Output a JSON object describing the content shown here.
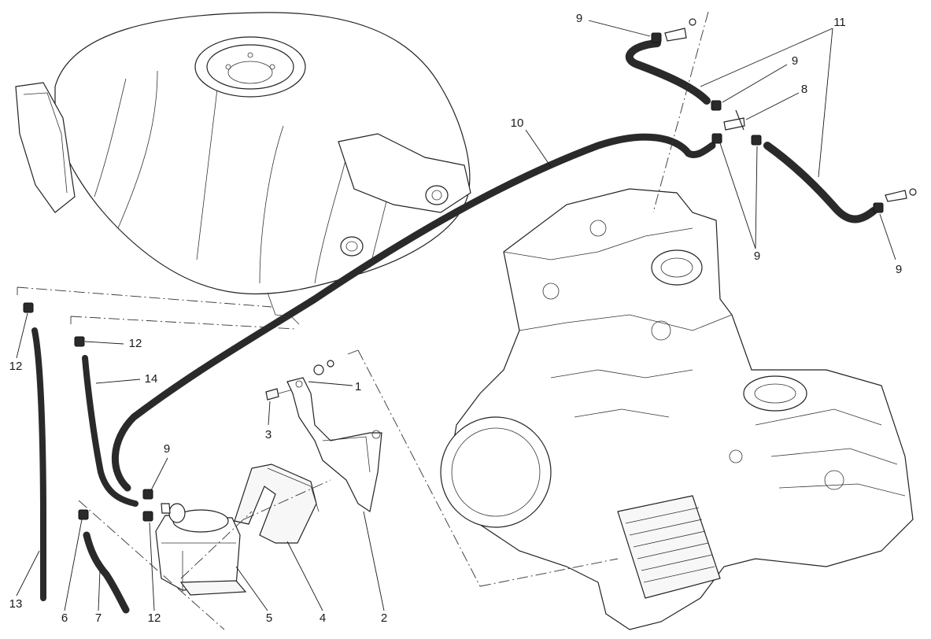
{
  "callouts": {
    "c1": "1",
    "c2": "2",
    "c3": "3",
    "c4": "4",
    "c5": "5",
    "c6": "6",
    "c7": "7",
    "c8": "8",
    "c9a": "9",
    "c9b": "9",
    "c9c": "9",
    "c9d": "9",
    "c9e": "9",
    "c10": "10",
    "c11": "11",
    "c12a": "12",
    "c12b": "12",
    "c12c": "12",
    "c13": "13",
    "c14": "14"
  }
}
